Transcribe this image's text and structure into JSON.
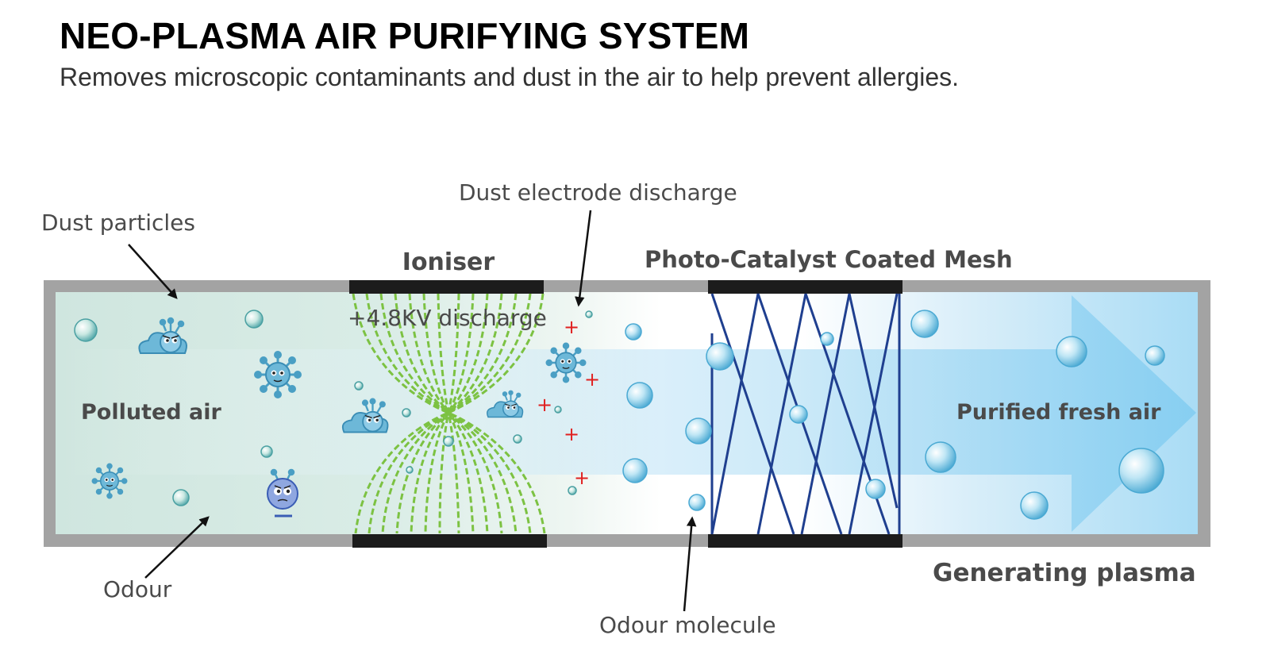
{
  "header": {
    "title": "NEO-PLASMA AIR PURIFYING SYSTEM",
    "subtitle": "Removes microscopic contaminants and dust in the air to help prevent allergies."
  },
  "labels": {
    "dust_particles": "Dust particles",
    "ioniser": "Ioniser",
    "dust_electrode_discharge": "Dust electrode discharge",
    "photo_catalyst_mesh": "Photo-Catalyst Coated Mesh",
    "discharge": "+4.8KV discharge",
    "polluted_air": "Polluted air",
    "purified_fresh_air": "Purified fresh air",
    "odour": "Odour",
    "odour_molecule": "Odour molecule",
    "generating_plasma": "Generating plasma"
  },
  "colors": {
    "frame": "#a3a3a3",
    "electrode": "#1c1c1c",
    "field_lines": "#7cc242",
    "mesh": "#1f3f8f",
    "ion_plus": "#e02020",
    "bubble": "#5ab8dc",
    "germ": "#4a9fc4",
    "label": "#4a4a4a"
  },
  "icons": [
    "dust-cloud-germ-icon",
    "germ-icon",
    "odour-germ-icon",
    "air-bubble-icon",
    "arrow-icon"
  ]
}
